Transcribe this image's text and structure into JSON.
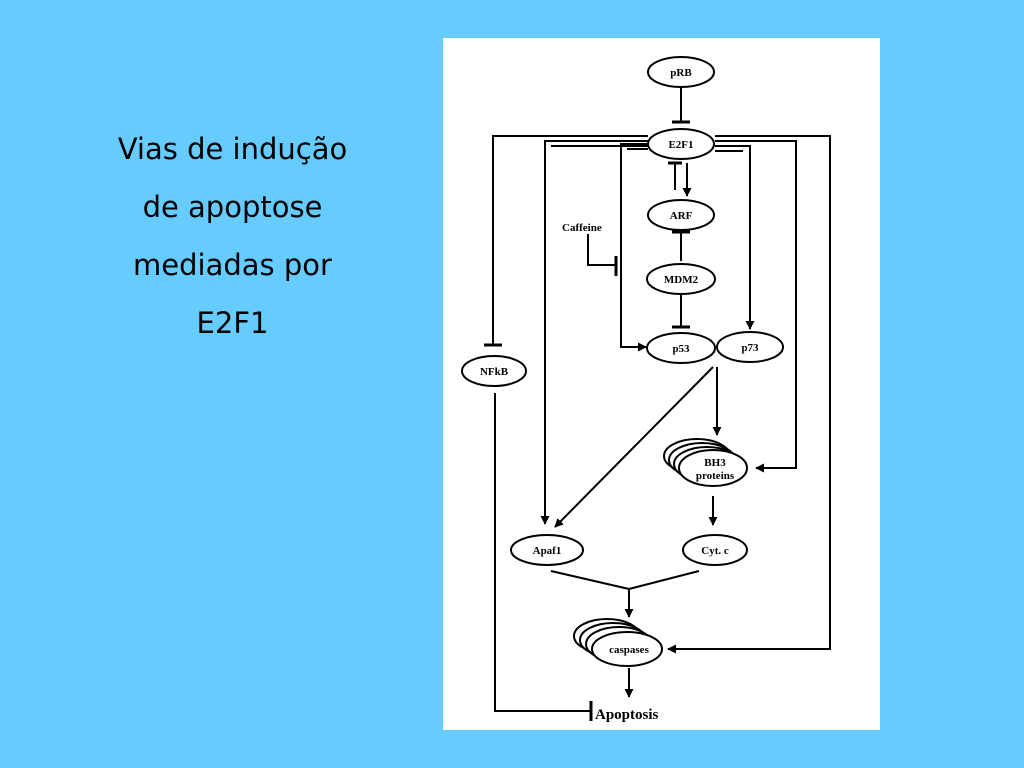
{
  "slide": {
    "title_lines": [
      "Vias de indução",
      "de apoptose",
      "mediadas por",
      "E2F1"
    ]
  },
  "diagram": {
    "nodes": {
      "prb": "pRB",
      "e2f1": "E2F1",
      "arf": "ARF",
      "mdm2": "MDM2",
      "p53": "p53",
      "p73": "p73",
      "nfkb": "NFkB",
      "bh3_line1": "BH3",
      "bh3_line2": "proteins",
      "apaf1": "Apaf1",
      "cytc": "Cyt. c",
      "caspases": "caspases",
      "apoptosis": "Apoptosis",
      "caffeine": "Caffeine"
    }
  },
  "colors": {
    "background": "#66ccff",
    "panel": "#ffffff",
    "ink": "#000000"
  }
}
